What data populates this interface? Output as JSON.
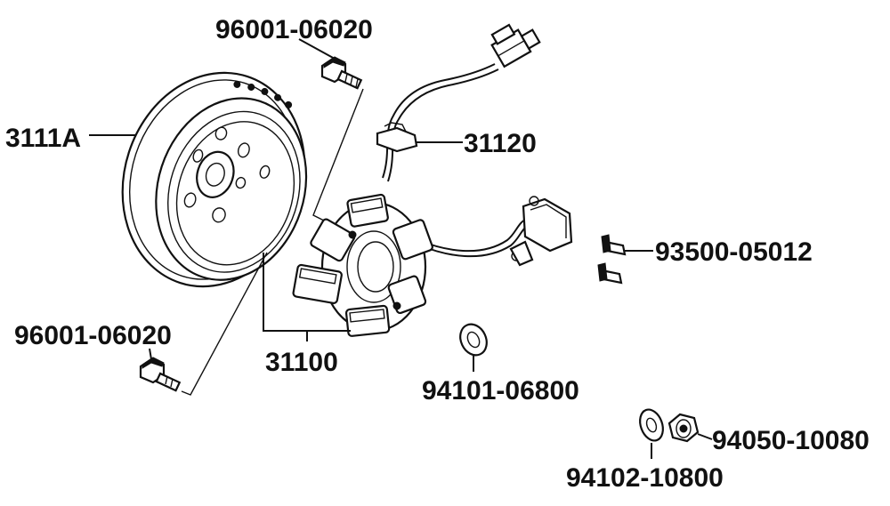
{
  "diagram": {
    "parts": [
      {
        "id": "flywheel",
        "label": "3111A"
      },
      {
        "id": "bolt-top",
        "label": "96001-06020"
      },
      {
        "id": "grommet",
        "label": "31120"
      },
      {
        "id": "screws",
        "label": "93500-05012"
      },
      {
        "id": "bolt-bottom",
        "label": "96001-06020"
      },
      {
        "id": "stator",
        "label": "31100"
      },
      {
        "id": "washer-small",
        "label": "94101-06800"
      },
      {
        "id": "nut",
        "label": "94050-10080"
      },
      {
        "id": "washer-large",
        "label": "94102-10800"
      }
    ]
  }
}
